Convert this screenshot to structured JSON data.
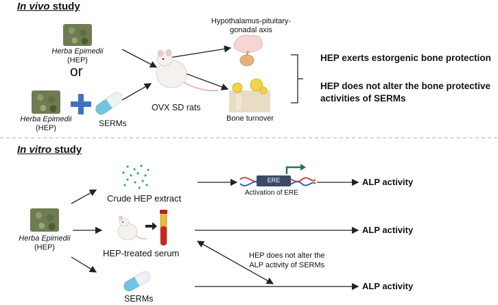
{
  "in_vivo": {
    "title_italic": "In vivo",
    "title_rest": " study",
    "herb_name_1": "Herba Epimedii",
    "herb_abbr_1": "(HEP)",
    "or_label": "or",
    "herb_name_2": "Herba Epimedii",
    "herb_abbr_2": "(HEP)",
    "serms_label": "SERMs",
    "rats_label": "OVX SD rats",
    "axis_label_line1": "Hypothalamus-pituitary-",
    "axis_label_line2": "gonadal axis",
    "bone_label": "Bone turnover",
    "finding_1": "HEP exerts estorgenic bone protection",
    "finding_2_line1": "HEP does not alter the bone protective",
    "finding_2_line2": "activities of SERMs"
  },
  "in_vitro": {
    "title_italic": "In vitro",
    "title_rest": " study",
    "herb_name": "Herba Epimedii",
    "herb_abbr": "(HEP)",
    "crude_label": "Crude HEP extract",
    "ere_label": "ERE",
    "ere_caption": "Activation of ERE",
    "serum_label": "HEP-treated serum",
    "serms_label": "SERMs",
    "alp_1": "ALP activity",
    "alp_2": "ALP activity",
    "alp_3": "ALP activity",
    "note_line1": "HEP does not alter the",
    "note_line2": "ALP activity of SERMs"
  },
  "colors": {
    "plus": "#3f74b8",
    "capsule_blue": "#6ec6e0",
    "divider": "#c7c2d6",
    "dna_red": "#d2433a",
    "dna_blue": "#3a5fa8",
    "ere_box": "#3b4a66",
    "ere_arrow": "#1f7a45"
  },
  "icons": [
    "herb-icon",
    "plus-icon",
    "capsule-icon",
    "rat-icon",
    "brain-icon",
    "bone-icon",
    "dots-icon",
    "dna-icon",
    "tube-icon"
  ]
}
